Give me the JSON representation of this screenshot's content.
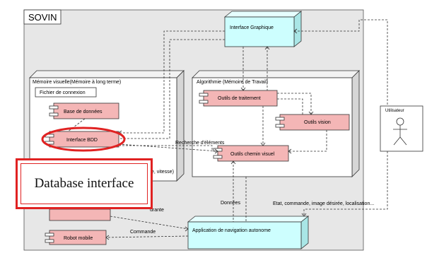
{
  "title": "SOVIN",
  "packages": {
    "memoire": "Mémoire visuelle(Mémoire à long terme)",
    "algo": "Algorithmie (Mémoire de Travail)",
    "fichier": "Fichier de connexion",
    "speed_fragment": "e, vitesse)"
  },
  "components": {
    "bdd": "Base de données",
    "interface_bdd": "Interface BDD",
    "outils_traitement": "Outils de traitement",
    "outils_vision": "Outils vision",
    "outils_chemin": "Outils chemin visuel",
    "robot": "Robot mobile"
  },
  "nodes": {
    "interface_graphique": "Interface Graphique",
    "application": "Application de navigation autonome"
  },
  "actor": {
    "label": "Utilisateur"
  },
  "edge_labels": {
    "recherche": "Recherche d'éléments",
    "donnees": "Données",
    "etat": "Etat, commande, image désirée, localisation...",
    "courante": "urante",
    "commande": "Commande"
  },
  "callout": {
    "text": "Database interface"
  },
  "highlight_color": "#e02222"
}
